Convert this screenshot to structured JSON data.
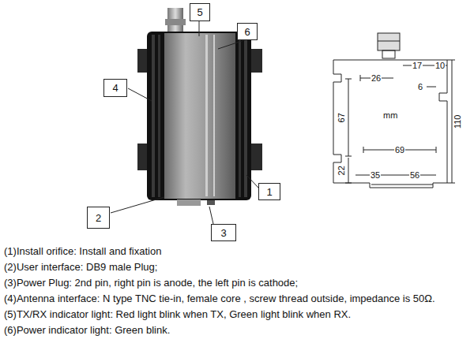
{
  "diagram": {
    "nodes": [
      {
        "text": [
          "5"
        ]
      },
      {
        "text": [
          "6"
        ]
      },
      {
        "text": [
          "4"
        ]
      },
      {
        "text": [
          "1"
        ]
      },
      {
        "text": [
          "2"
        ]
      },
      {
        "text": [
          "3"
        ]
      }
    ],
    "labels": [
      "17",
      "10",
      "26",
      "6",
      "mm",
      "67",
      "110",
      "69",
      "22",
      "35",
      "56",
      "(1)Install orifice: Install and fixation",
      "(2)User interface: DB9 male Plug;",
      "(3)Power Plug: 2nd pin, right pin is anode, the left pin is cathode;",
      "(4)Antenna interface: N type TNC tie-in, female core , screw thread outside, impedance is 50Ω.",
      "(5)TX/RX indicator light: Red light blink when TX, Green light blink when RX.",
      "(6)Power indicator light: Green blink."
    ]
  }
}
